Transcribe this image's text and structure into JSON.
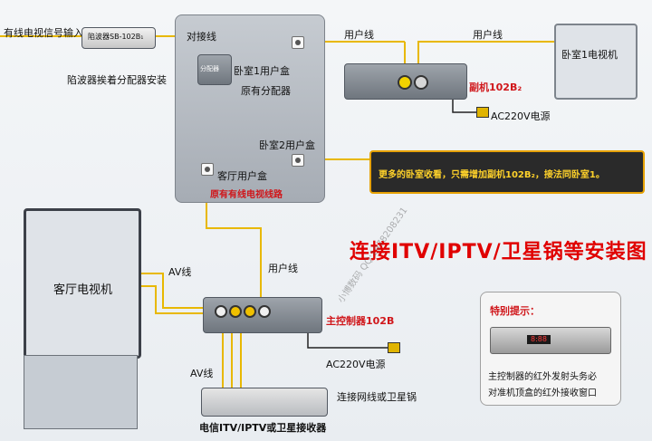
{
  "labels": {
    "cable_input": "有线电视信号输入",
    "trap_model": "陷波器SB-102B₁",
    "trap_install_note": "陷波器挨着分配器安装",
    "pair_line": "对接线",
    "user_line_1": "用户线",
    "user_line_2": "用户线",
    "bedroom1_box": "卧室1用户盒",
    "original_splitter": "原有分配器",
    "bedroom2_box": "卧室2用户盒",
    "living_box": "客厅用户盒",
    "original_cable": "原有有线电视线路",
    "bedroom1_tv": "卧室1电视机",
    "sub_unit": "副机102B₂",
    "ac_power_1": "AC220V电源",
    "more_rooms_note": "更多的卧室收看，只需增加副机102B₂，接法同卧室1。",
    "main_title": "连接ITV/IPTV/卫星锅等安装图",
    "living_tv": "客厅电视机",
    "av_line_1": "AV线",
    "user_line_3": "用户线",
    "main_unit": "主控制器102B",
    "ac_power_2": "AC220V电源",
    "av_line_2": "AV线",
    "receiver": "电信ITV/IPTV或卫星接收器",
    "connect_net": "连接网线或卫星锅",
    "special_tip_title": "特别提示：",
    "special_tip_line1": "主控制器的红外发射头务必",
    "special_tip_line2": "对准机顶盒的红外接收窗口",
    "splitter_label": "分配器",
    "watermark": "小博数码 QQ:1978208231",
    "device_counter": "8:88"
  }
}
